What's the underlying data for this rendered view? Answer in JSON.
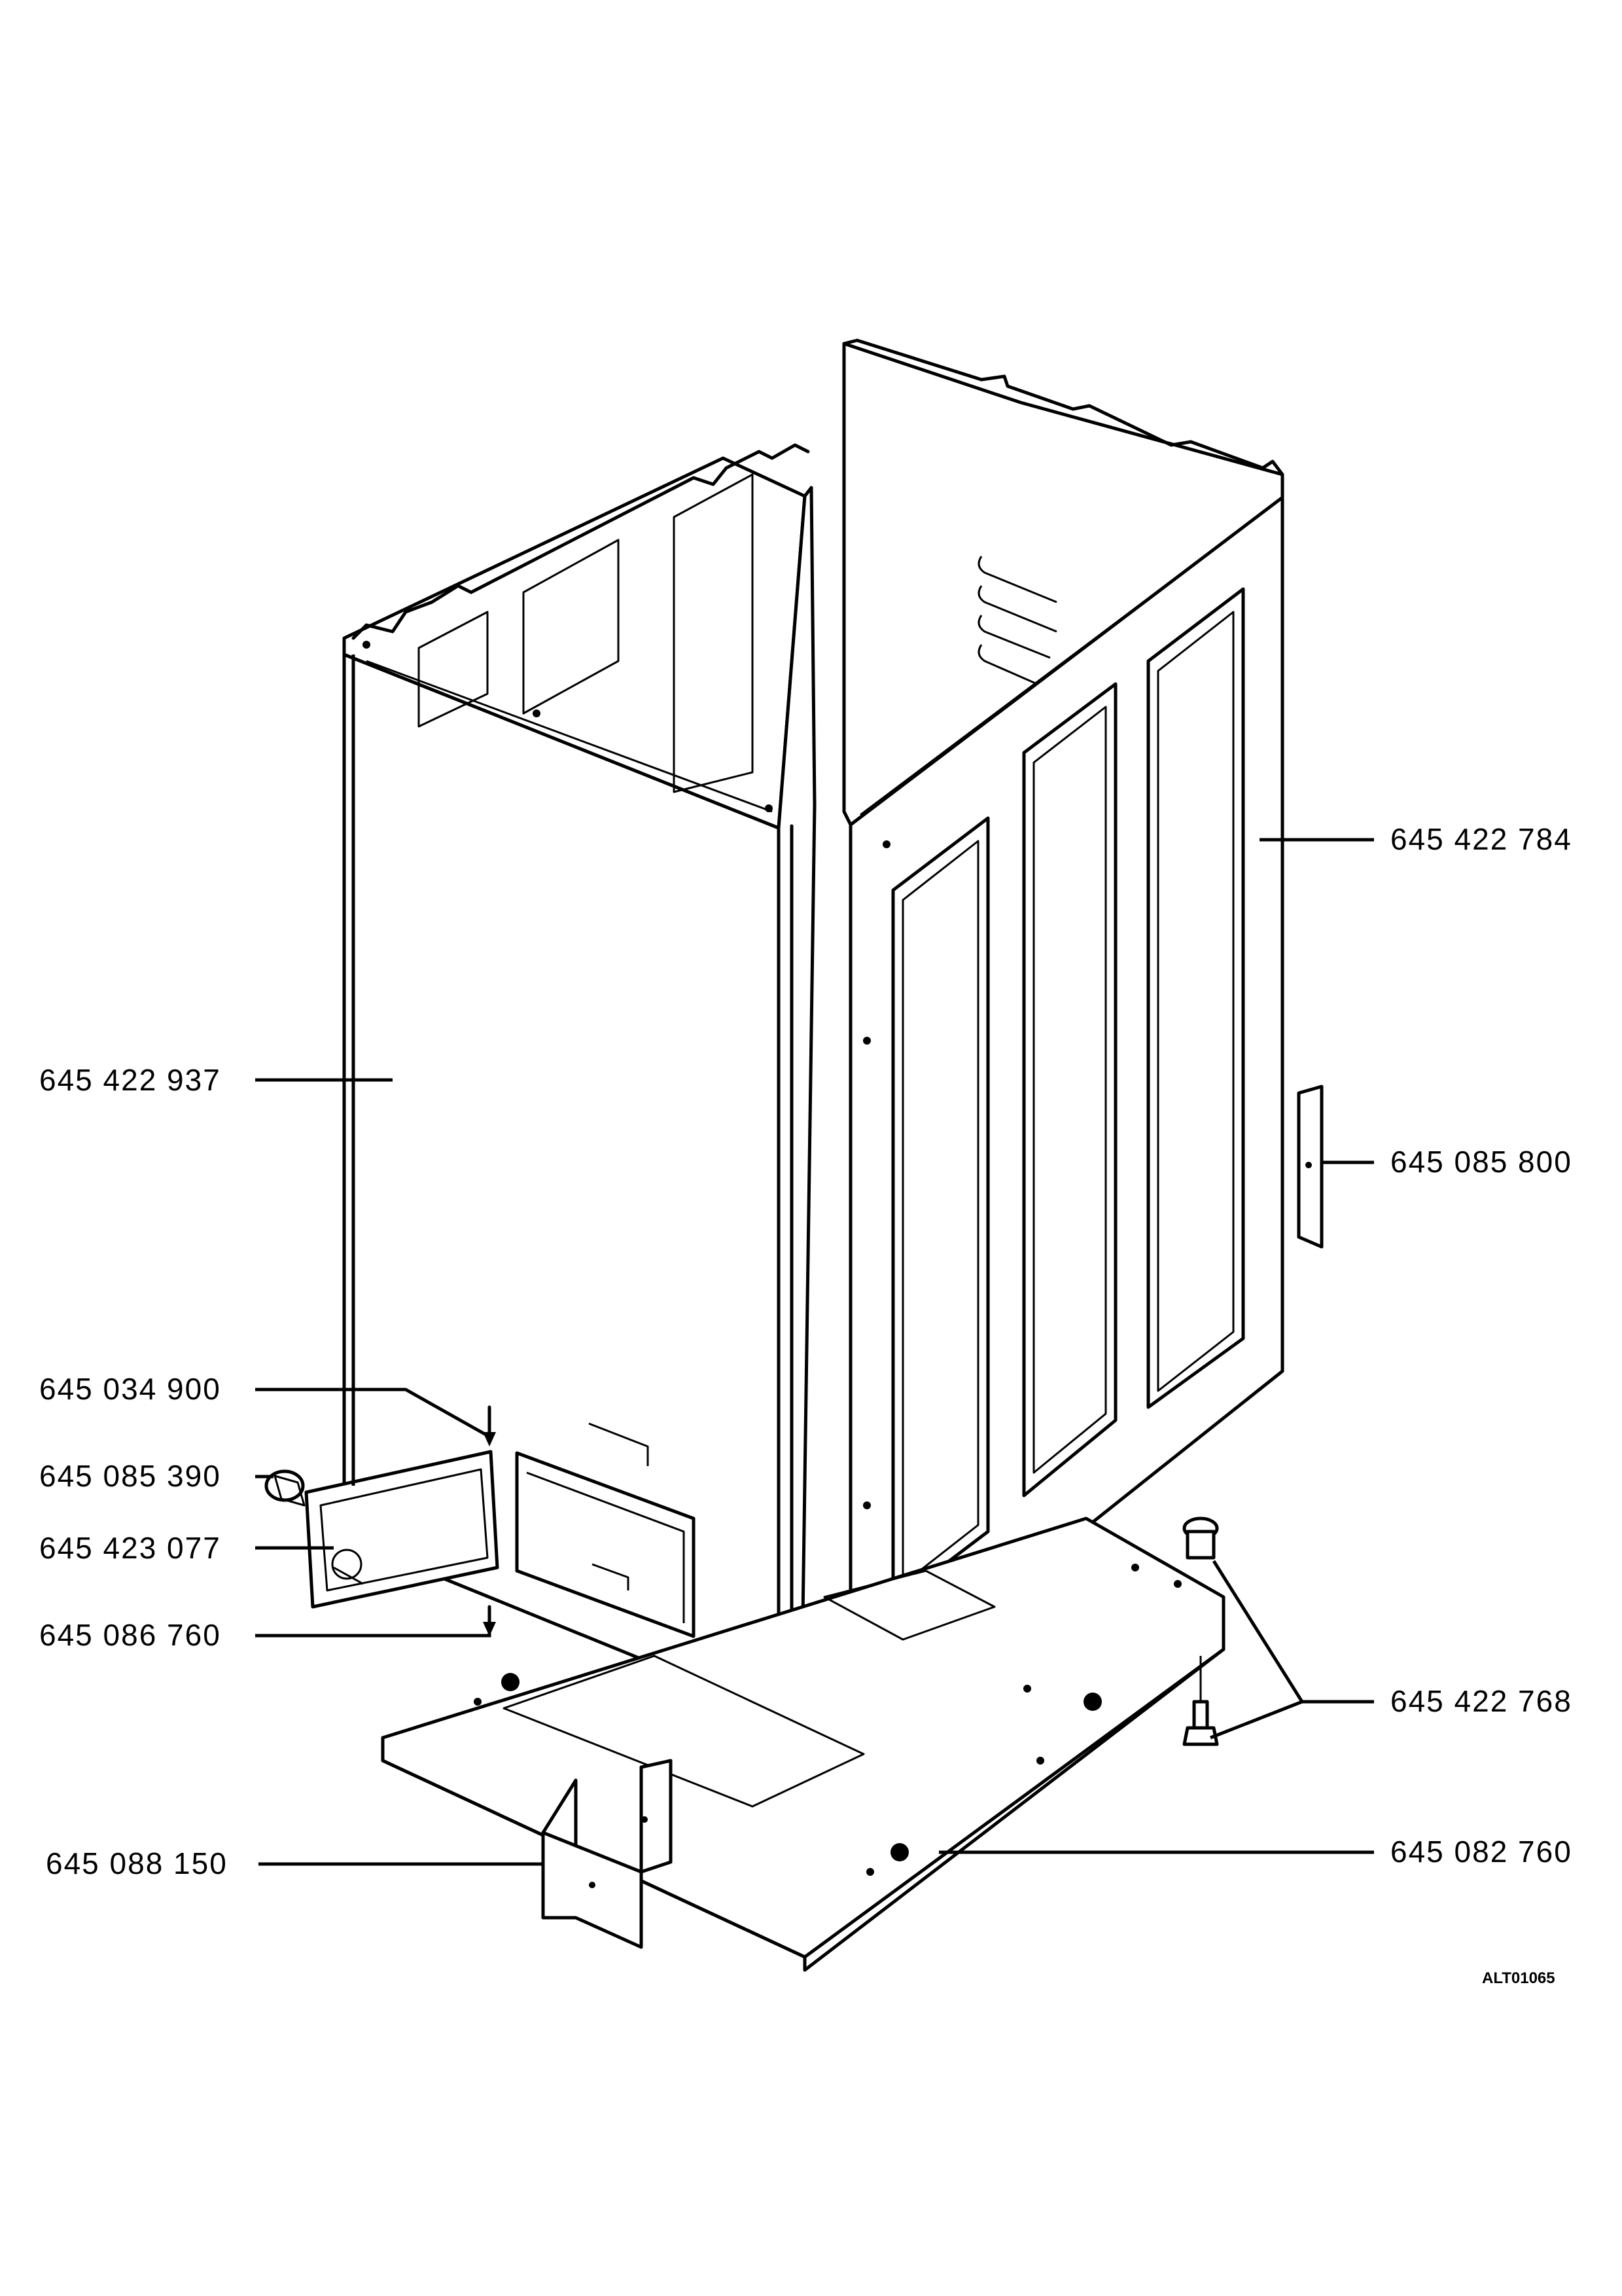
{
  "diagram": {
    "part_numbers": [
      {
        "id": "side-panel-right",
        "text": "645 422 784"
      },
      {
        "id": "side-panel-left",
        "text": "645 422 937"
      },
      {
        "id": "bracket-right",
        "text": "645 085 800"
      },
      {
        "id": "screw-top",
        "text": "645 034 900"
      },
      {
        "id": "clip",
        "text": "645 085 390"
      },
      {
        "id": "cover-plate",
        "text": "645 423 077"
      },
      {
        "id": "screw-bottom",
        "text": "645 086 760"
      },
      {
        "id": "adjustable-foot",
        "text": "645 422 768"
      },
      {
        "id": "front-bracket",
        "text": "645 088 150"
      },
      {
        "id": "base-frame",
        "text": "645 082 760"
      }
    ],
    "drawing_code": "ALT01065"
  }
}
